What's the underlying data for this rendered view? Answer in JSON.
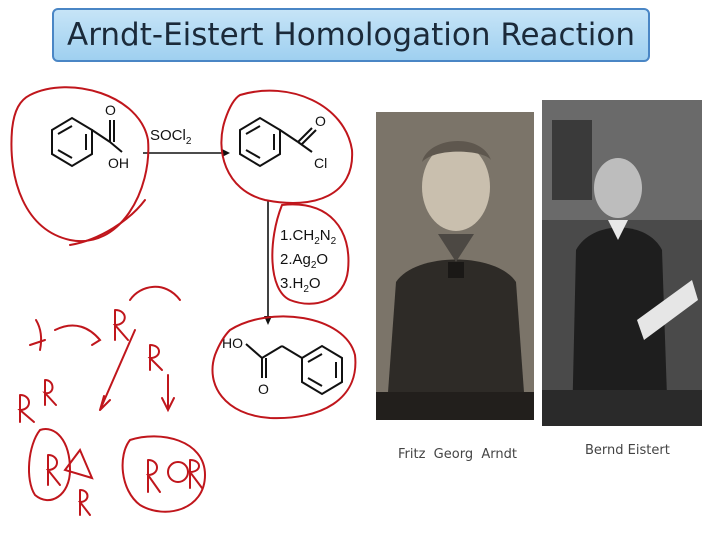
{
  "title": "Arndt-Eistert Homologation Reaction",
  "reaction": {
    "reactant_oh": "OH",
    "reagent_1": "SOCl",
    "reagent_1_sub": "2",
    "acid_chloride_o": "O",
    "acid_chloride_cl": "Cl",
    "steps": [
      {
        "pre": "1.CH",
        "sub1": "2",
        "mid": "N",
        "sub2": "2",
        "post": ""
      },
      {
        "pre": "2.Ag",
        "sub1": "2",
        "mid": "O",
        "sub2": "",
        "post": ""
      },
      {
        "pre": "3.H",
        "sub1": "2",
        "mid": "O",
        "sub2": "",
        "post": ""
      }
    ],
    "product_ho": "HO",
    "product_o": "O"
  },
  "annotations": {
    "r_letters": [
      "R",
      "R",
      "R",
      "R",
      "R",
      "R",
      "R",
      "R"
    ],
    "primes": [
      "'",
      "'",
      "'",
      "'"
    ]
  },
  "people": [
    {
      "name": "Fritz  Georg  Arndt"
    },
    {
      "name": "Bernd Eistert"
    }
  ],
  "colors": {
    "ink": "#c0161c",
    "title_bg": "#a9d6f2",
    "title_border": "#4a86c5"
  }
}
